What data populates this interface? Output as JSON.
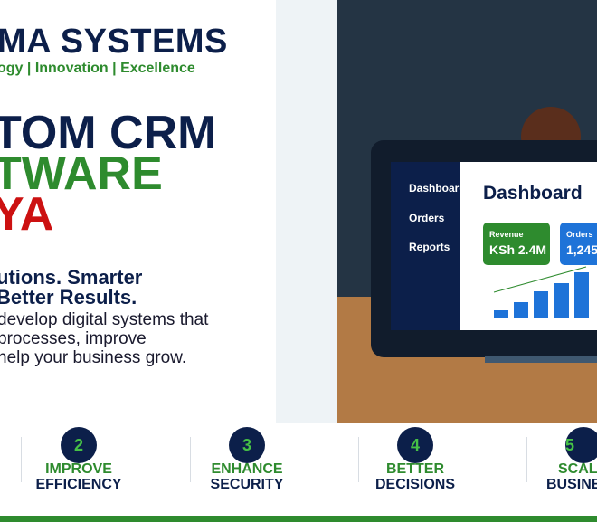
{
  "brand": {
    "name": "MA SYSTEMS",
    "tagline": "ogy | Innovation | Excellence"
  },
  "hero": {
    "line1": "TOM CRM",
    "line2": "TWARE",
    "line3": "YA"
  },
  "subheading": {
    "line1": "utions. Smarter",
    "line2": " Better Results."
  },
  "body_text": {
    "line1": " develop digital systems that",
    "line2": "processes, improve",
    "line3": "help your business grow."
  },
  "dashboard": {
    "nav": [
      "Dashboard",
      "Orders",
      "Reports"
    ],
    "title": "Dashboard",
    "cards": [
      {
        "label": "Revenue",
        "value": "KSh 2.4M",
        "color": "#2e8b2e"
      },
      {
        "label": "Orders",
        "value": "1,245",
        "color": "#1e73d8"
      }
    ]
  },
  "features": [
    {
      "number": "2",
      "line1": "IMPROVE",
      "line2": "EFFICIENCY"
    },
    {
      "number": "3",
      "line1": "ENHANCE",
      "line2": "SECURITY"
    },
    {
      "number": "4",
      "line1": "BETTER",
      "line2": "DECISIONS"
    },
    {
      "number": "5",
      "line1": "SCAL",
      "line2": "BUSINE"
    }
  ],
  "colors": {
    "navy": "#0c1f4a",
    "green": "#2e8b2e",
    "red": "#cc1111",
    "blue": "#1e73d8"
  }
}
